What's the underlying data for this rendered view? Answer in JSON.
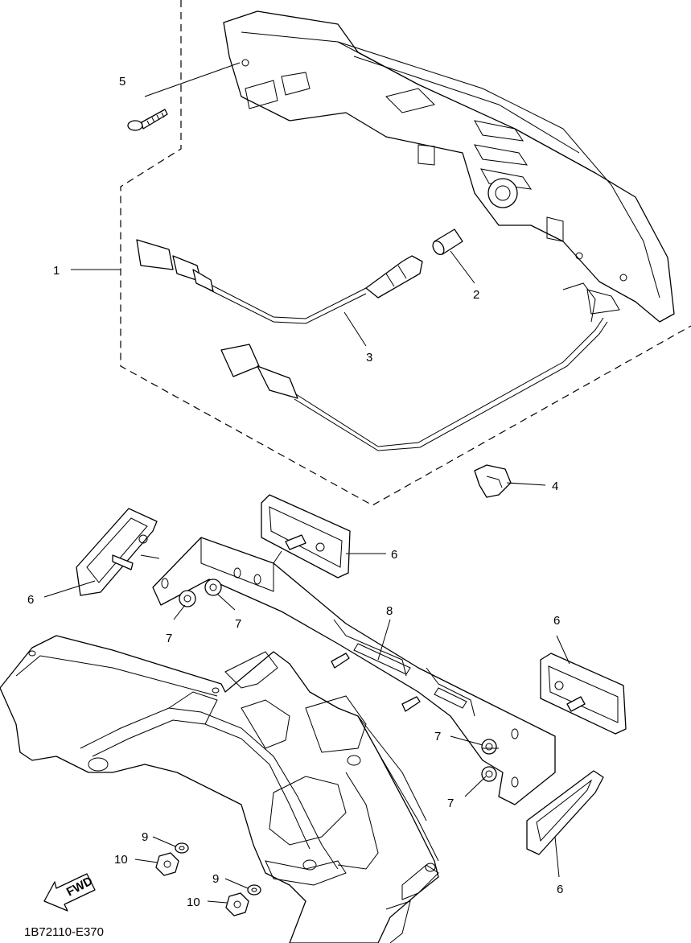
{
  "diagram": {
    "reference_code": "1B72110-E370",
    "fwd_label": "FWD",
    "callouts": [
      "1",
      "2",
      "3",
      "4",
      "5",
      "6",
      "6",
      "6",
      "6",
      "7",
      "7",
      "7",
      "7",
      "8",
      "9",
      "9",
      "10",
      "10"
    ]
  }
}
